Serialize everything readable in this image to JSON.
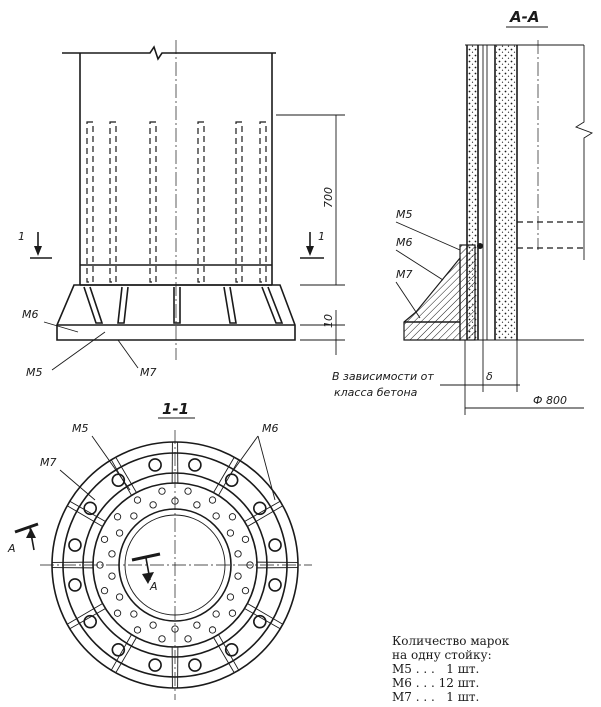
{
  "labels": {
    "section_aa": "А-А",
    "section_11": "1-1",
    "m5": "М5",
    "m6": "М6",
    "m7": "М7",
    "dim_700": "700",
    "dim_10": "10",
    "cut_mark_1": "1",
    "cut_mark_a": "А",
    "delta": "δ",
    "diameter": "Ф 800",
    "note_line1": "В зависимости от",
    "note_line2": "класса бетона"
  },
  "quantity_table": {
    "title_line1": "Количество марок",
    "title_line2": "на одну стойку:",
    "rows": [
      "М5 . . .   1 шт.",
      "М6 . . . 12 шт.",
      "М7 . . .   1 шт."
    ]
  }
}
